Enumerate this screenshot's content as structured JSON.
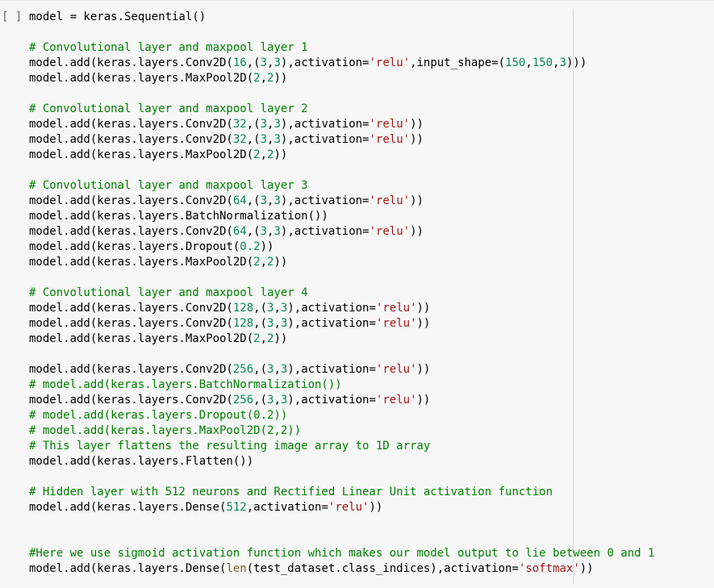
{
  "cell": {
    "run_indicator": "[ ]",
    "lines": [
      [
        {
          "t": "p",
          "v": "model = keras.Sequential()"
        }
      ],
      [],
      [
        {
          "t": "c",
          "v": "# Convolutional layer and maxpool layer 1"
        }
      ],
      [
        {
          "t": "p",
          "v": "model.add(keras.layers.Conv2D("
        },
        {
          "t": "n",
          "v": "16"
        },
        {
          "t": "p",
          "v": ",("
        },
        {
          "t": "n",
          "v": "3"
        },
        {
          "t": "p",
          "v": ","
        },
        {
          "t": "n",
          "v": "3"
        },
        {
          "t": "p",
          "v": "),activation="
        },
        {
          "t": "s",
          "v": "'relu'"
        },
        {
          "t": "p",
          "v": ",input_shape=("
        },
        {
          "t": "n",
          "v": "150"
        },
        {
          "t": "p",
          "v": ","
        },
        {
          "t": "n",
          "v": "150"
        },
        {
          "t": "p",
          "v": ","
        },
        {
          "t": "n",
          "v": "3"
        },
        {
          "t": "p",
          "v": ")))"
        }
      ],
      [
        {
          "t": "p",
          "v": "model.add(keras.layers.MaxPool2D("
        },
        {
          "t": "n",
          "v": "2"
        },
        {
          "t": "p",
          "v": ","
        },
        {
          "t": "n",
          "v": "2"
        },
        {
          "t": "p",
          "v": "))"
        }
      ],
      [],
      [
        {
          "t": "c",
          "v": "# Convolutional layer and maxpool layer 2"
        }
      ],
      [
        {
          "t": "p",
          "v": "model.add(keras.layers.Conv2D("
        },
        {
          "t": "n",
          "v": "32"
        },
        {
          "t": "p",
          "v": ",("
        },
        {
          "t": "n",
          "v": "3"
        },
        {
          "t": "p",
          "v": ","
        },
        {
          "t": "n",
          "v": "3"
        },
        {
          "t": "p",
          "v": "),activation="
        },
        {
          "t": "s",
          "v": "'relu'"
        },
        {
          "t": "p",
          "v": "))"
        }
      ],
      [
        {
          "t": "p",
          "v": "model.add(keras.layers.Conv2D("
        },
        {
          "t": "n",
          "v": "32"
        },
        {
          "t": "p",
          "v": ",("
        },
        {
          "t": "n",
          "v": "3"
        },
        {
          "t": "p",
          "v": ","
        },
        {
          "t": "n",
          "v": "3"
        },
        {
          "t": "p",
          "v": "),activation="
        },
        {
          "t": "s",
          "v": "'relu'"
        },
        {
          "t": "p",
          "v": "))"
        }
      ],
      [
        {
          "t": "p",
          "v": "model.add(keras.layers.MaxPool2D("
        },
        {
          "t": "n",
          "v": "2"
        },
        {
          "t": "p",
          "v": ","
        },
        {
          "t": "n",
          "v": "2"
        },
        {
          "t": "p",
          "v": "))"
        }
      ],
      [],
      [
        {
          "t": "c",
          "v": "# Convolutional layer and maxpool layer 3"
        }
      ],
      [
        {
          "t": "p",
          "v": "model.add(keras.layers.Conv2D("
        },
        {
          "t": "n",
          "v": "64"
        },
        {
          "t": "p",
          "v": ",("
        },
        {
          "t": "n",
          "v": "3"
        },
        {
          "t": "p",
          "v": ","
        },
        {
          "t": "n",
          "v": "3"
        },
        {
          "t": "p",
          "v": "),activation="
        },
        {
          "t": "s",
          "v": "'relu'"
        },
        {
          "t": "p",
          "v": "))"
        }
      ],
      [
        {
          "t": "p",
          "v": "model.add(keras.layers.BatchNormalization())"
        }
      ],
      [
        {
          "t": "p",
          "v": "model.add(keras.layers.Conv2D("
        },
        {
          "t": "n",
          "v": "64"
        },
        {
          "t": "p",
          "v": ",("
        },
        {
          "t": "n",
          "v": "3"
        },
        {
          "t": "p",
          "v": ","
        },
        {
          "t": "n",
          "v": "3"
        },
        {
          "t": "p",
          "v": "),activation="
        },
        {
          "t": "s",
          "v": "'relu'"
        },
        {
          "t": "p",
          "v": "))"
        }
      ],
      [
        {
          "t": "p",
          "v": "model.add(keras.layers.Dropout("
        },
        {
          "t": "n",
          "v": "0.2"
        },
        {
          "t": "p",
          "v": "))"
        }
      ],
      [
        {
          "t": "p",
          "v": "model.add(keras.layers.MaxPool2D("
        },
        {
          "t": "n",
          "v": "2"
        },
        {
          "t": "p",
          "v": ","
        },
        {
          "t": "n",
          "v": "2"
        },
        {
          "t": "p",
          "v": "))"
        }
      ],
      [],
      [
        {
          "t": "c",
          "v": "# Convolutional layer and maxpool layer 4"
        }
      ],
      [
        {
          "t": "p",
          "v": "model.add(keras.layers.Conv2D("
        },
        {
          "t": "n",
          "v": "128"
        },
        {
          "t": "p",
          "v": ",("
        },
        {
          "t": "n",
          "v": "3"
        },
        {
          "t": "p",
          "v": ","
        },
        {
          "t": "n",
          "v": "3"
        },
        {
          "t": "p",
          "v": "),activation="
        },
        {
          "t": "s",
          "v": "'relu'"
        },
        {
          "t": "p",
          "v": "))"
        }
      ],
      [
        {
          "t": "p",
          "v": "model.add(keras.layers.Conv2D("
        },
        {
          "t": "n",
          "v": "128"
        },
        {
          "t": "p",
          "v": ",("
        },
        {
          "t": "n",
          "v": "3"
        },
        {
          "t": "p",
          "v": ","
        },
        {
          "t": "n",
          "v": "3"
        },
        {
          "t": "p",
          "v": "),activation="
        },
        {
          "t": "s",
          "v": "'relu'"
        },
        {
          "t": "p",
          "v": "))"
        }
      ],
      [
        {
          "t": "p",
          "v": "model.add(keras.layers.MaxPool2D("
        },
        {
          "t": "n",
          "v": "2"
        },
        {
          "t": "p",
          "v": ","
        },
        {
          "t": "n",
          "v": "2"
        },
        {
          "t": "p",
          "v": "))"
        }
      ],
      [],
      [
        {
          "t": "p",
          "v": "model.add(keras.layers.Conv2D("
        },
        {
          "t": "n",
          "v": "256"
        },
        {
          "t": "p",
          "v": ",("
        },
        {
          "t": "n",
          "v": "3"
        },
        {
          "t": "p",
          "v": ","
        },
        {
          "t": "n",
          "v": "3"
        },
        {
          "t": "p",
          "v": "),activation="
        },
        {
          "t": "s",
          "v": "'relu'"
        },
        {
          "t": "p",
          "v": "))"
        }
      ],
      [
        {
          "t": "c",
          "v": "# model.add(keras.layers.BatchNormalization())"
        }
      ],
      [
        {
          "t": "p",
          "v": "model.add(keras.layers.Conv2D("
        },
        {
          "t": "n",
          "v": "256"
        },
        {
          "t": "p",
          "v": ",("
        },
        {
          "t": "n",
          "v": "3"
        },
        {
          "t": "p",
          "v": ","
        },
        {
          "t": "n",
          "v": "3"
        },
        {
          "t": "p",
          "v": "),activation="
        },
        {
          "t": "s",
          "v": "'relu'"
        },
        {
          "t": "p",
          "v": "))"
        }
      ],
      [
        {
          "t": "c",
          "v": "# model.add(keras.layers.Dropout(0.2))"
        }
      ],
      [
        {
          "t": "c",
          "v": "# model.add(keras.layers.MaxPool2D(2,2))"
        }
      ],
      [
        {
          "t": "c",
          "v": "# This layer flattens the resulting image array to 1D array"
        }
      ],
      [
        {
          "t": "p",
          "v": "model.add(keras.layers.Flatten())"
        }
      ],
      [],
      [
        {
          "t": "c",
          "v": "# Hidden layer with 512 neurons and Rectified Linear Unit activation function"
        }
      ],
      [
        {
          "t": "p",
          "v": "model.add(keras.layers.Dense("
        },
        {
          "t": "n",
          "v": "512"
        },
        {
          "t": "p",
          "v": ",activation="
        },
        {
          "t": "s",
          "v": "'relu'"
        },
        {
          "t": "p",
          "v": "))"
        }
      ],
      [],
      [],
      [
        {
          "t": "c",
          "v": "#Here we use sigmoid activation function which makes our model output to lie between 0 and 1"
        }
      ],
      [
        {
          "t": "p",
          "v": "model.add(keras.layers.Dense("
        },
        {
          "t": "b",
          "v": "len"
        },
        {
          "t": "p",
          "v": "(test_dataset.class_indices),activation="
        },
        {
          "t": "s",
          "v": "'softmax'"
        },
        {
          "t": "p",
          "v": "))"
        }
      ]
    ]
  }
}
